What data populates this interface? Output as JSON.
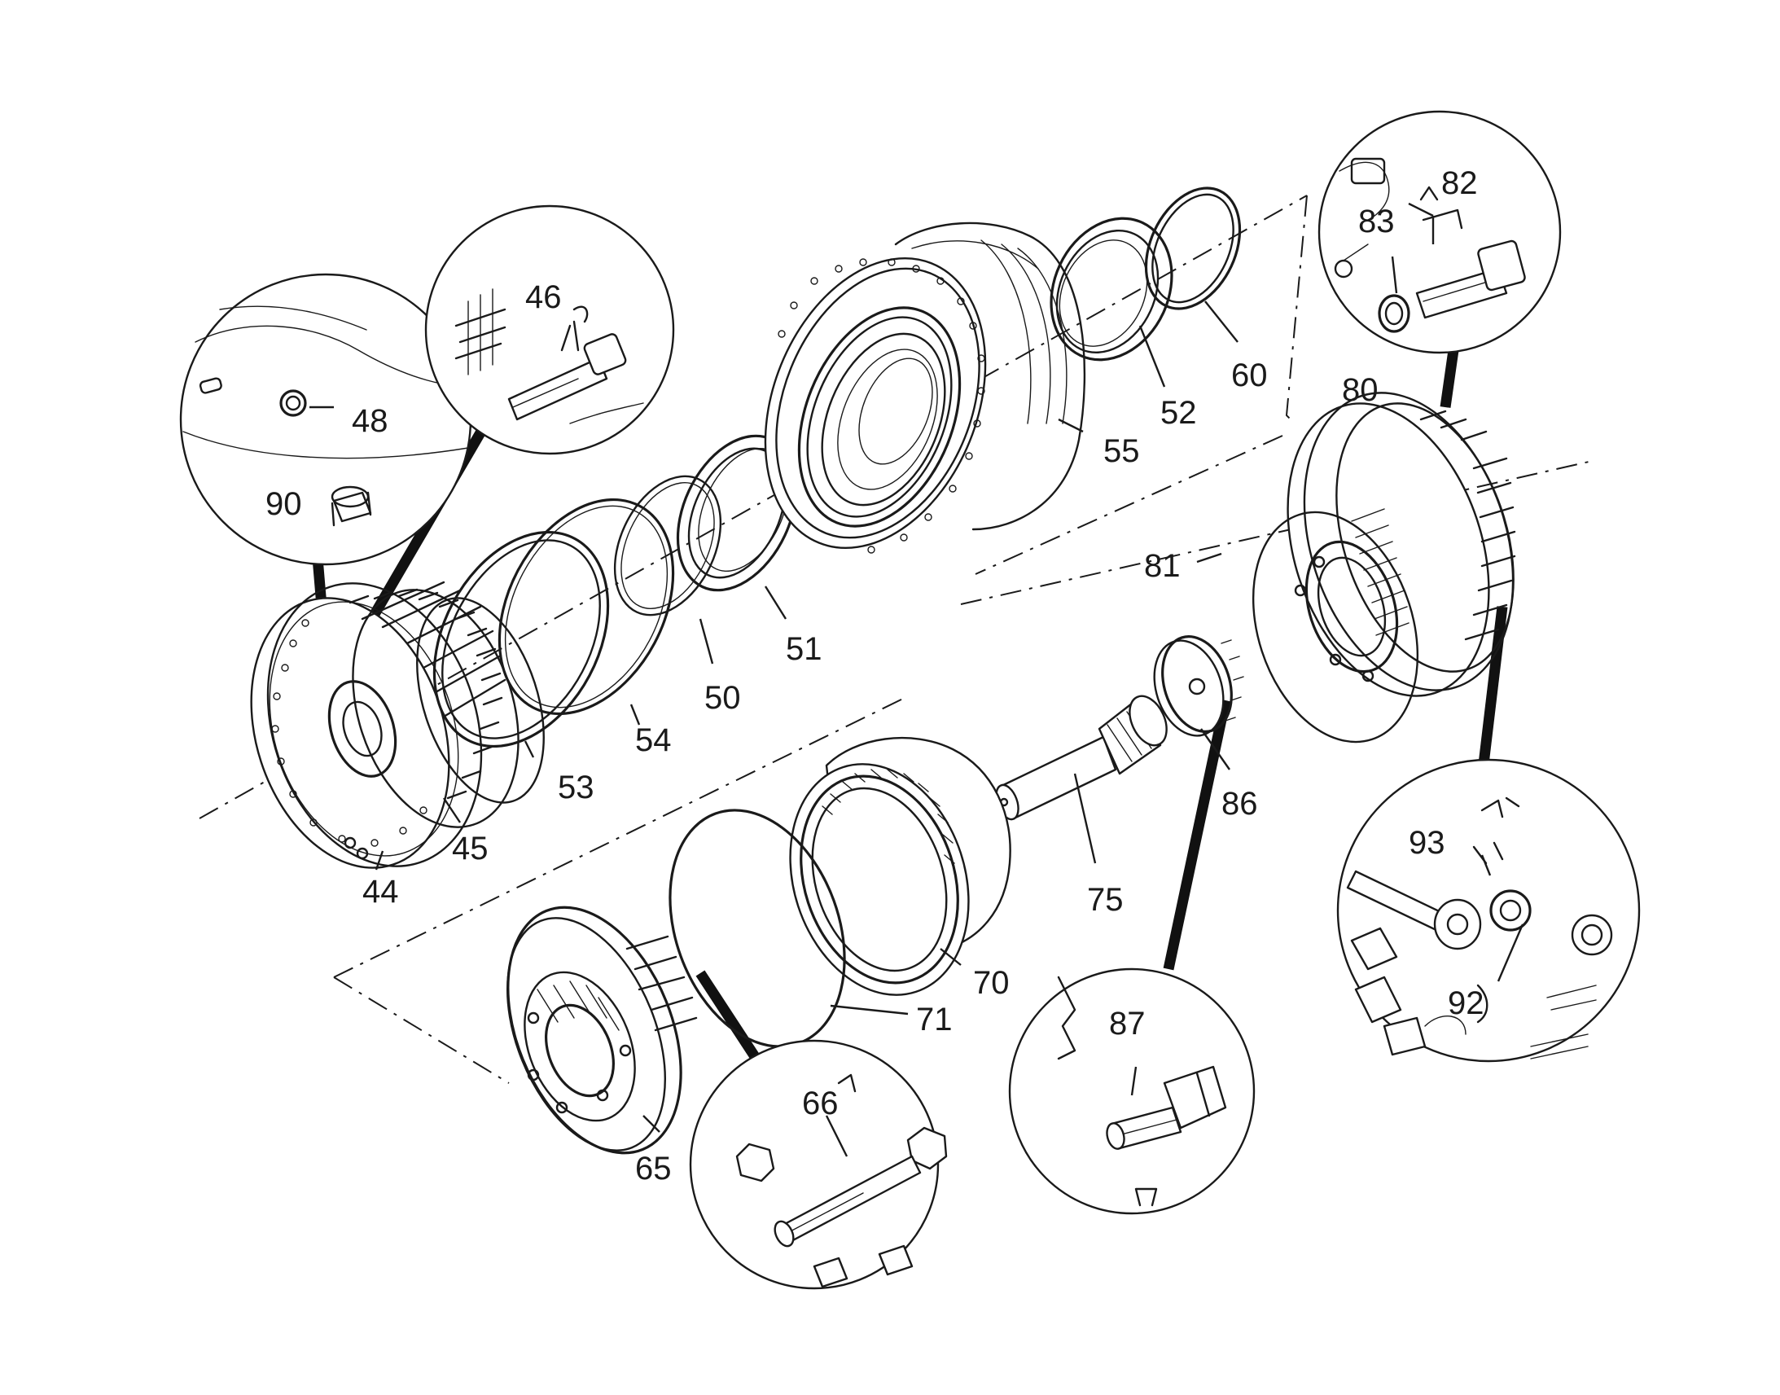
{
  "callouts": {
    "p44": "44",
    "p45": "45",
    "p46": "46",
    "p48": "48",
    "p50": "50",
    "p51": "51",
    "p52": "52",
    "p53": "53",
    "p54": "54",
    "p55": "55",
    "p60": "60",
    "p65": "65",
    "p66": "66",
    "p70": "70",
    "p71": "71",
    "p75": "75",
    "p80": "80",
    "p81": "81",
    "p82": "82",
    "p83": "83",
    "p86": "86",
    "p87": "87",
    "p90": "90",
    "p92": "92",
    "p93": "93"
  }
}
